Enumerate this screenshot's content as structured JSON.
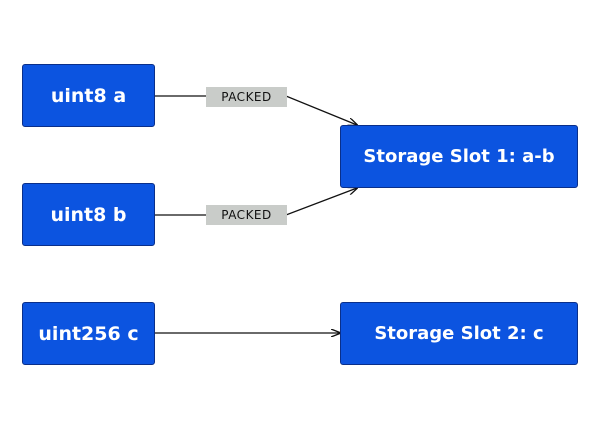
{
  "nodes": {
    "a": {
      "label": "uint8 a"
    },
    "b": {
      "label": "uint8 b"
    },
    "c": {
      "label": "uint256 c"
    }
  },
  "slots": {
    "slot1": {
      "label": "Storage Slot 1: a-b"
    },
    "slot2": {
      "label": "Storage Slot 2: c"
    }
  },
  "edges": {
    "a_to_slot1": {
      "label": "PACKED"
    },
    "b_to_slot1": {
      "label": "PACKED"
    }
  },
  "colors": {
    "node_fill": "#0c54e0",
    "node_border": "#0a2f8a",
    "tag_fill": "#c9ccc9",
    "edge": "#111111"
  }
}
